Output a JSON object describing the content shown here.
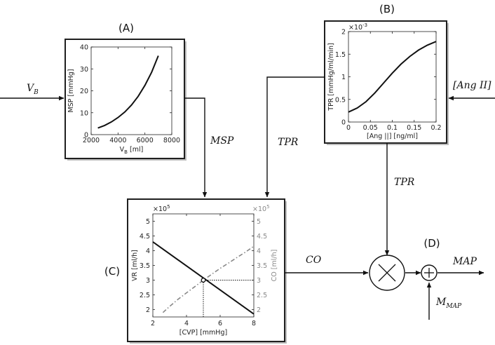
{
  "panels": {
    "A": {
      "letter": "(A)",
      "xlabel_main": "V",
      "xlabel_sub": "B",
      "xlabel_unit": " [ml]",
      "ylabel": "MSP [mmHg]",
      "xticks": [
        "2000",
        "4000",
        "6000",
        "8000"
      ],
      "yticks": [
        "0",
        "10",
        "20",
        "30",
        "40"
      ]
    },
    "B": {
      "letter": "(B)",
      "xlabel": "[Ang ||] [ng/ml]",
      "ylabel": "TPR [mmHg/ml/min]",
      "exponent_base": "×10",
      "exponent_power": "-3",
      "xticks": [
        "0",
        "0.05",
        "0.1",
        "0.15",
        "0.2"
      ],
      "yticks": [
        "0",
        "0.5",
        "1",
        "1.5",
        "2"
      ]
    },
    "C": {
      "letter": "(C)",
      "xlabel": "[CVP] [mmHg]",
      "ylabel_left": "VR [ml/h]",
      "ylabel_right": "CO [ml/h]",
      "exponent_base": "×10",
      "exponent_power": "5",
      "xticks": [
        "2",
        "4",
        "6",
        "8"
      ],
      "yticks_left": [
        "2",
        "2.5",
        "3",
        "3.5",
        "4",
        "4.5",
        "5"
      ],
      "yticks_right": [
        "2",
        "2.5",
        "3",
        "3.5",
        "4",
        "4.5",
        "5"
      ]
    },
    "D": {
      "letter": "(D)"
    }
  },
  "signals": {
    "vb": "V",
    "vb_sub": "B",
    "msp": "MSP",
    "tpr_left": "TPR",
    "tpr_right": "TPR",
    "ang_ii": "[Ang II]",
    "co": "CO",
    "map": "MAP",
    "mmap": "M",
    "mmap_sub": "MAP"
  },
  "chart_data": [
    {
      "type": "line",
      "panel": "A",
      "xlabel": "V_B [ml]",
      "ylabel": "MSP [mmHg]",
      "xlim": [
        2000,
        8000
      ],
      "ylim": [
        0,
        40
      ],
      "series": [
        {
          "x": [
            2500,
            3000,
            3500,
            4000,
            4500,
            5000,
            5500,
            6000,
            6500,
            7000
          ],
          "y": [
            3,
            4.2,
            5.8,
            7.8,
            10.3,
            13.5,
            17.5,
            22.5,
            28.5,
            36
          ]
        }
      ]
    },
    {
      "type": "line",
      "panel": "B",
      "xlabel": "[Ang ||] [ng/ml]",
      "ylabel": "TPR [mmHg/ml/min]",
      "xlim": [
        0,
        0.2
      ],
      "ylim": [
        0,
        0.002
      ],
      "series": [
        {
          "x": [
            0,
            0.02,
            0.04,
            0.06,
            0.08,
            0.1,
            0.12,
            0.14,
            0.16,
            0.18,
            0.2
          ],
          "y": [
            0.00022,
            0.00031,
            0.00045,
            0.00064,
            0.00086,
            0.00108,
            0.00128,
            0.00145,
            0.00159,
            0.0017,
            0.00178
          ]
        }
      ]
    },
    {
      "type": "line",
      "panel": "C",
      "xlabel": "[CVP] [mmHg]",
      "ylabel": "VR [ml/h]",
      "ylabel_right": "CO [ml/h]",
      "xlim": [
        2,
        8
      ],
      "ylim": [
        175000,
        525000
      ],
      "series": [
        {
          "name": "VR",
          "x": [
            2,
            8
          ],
          "y": [
            430000,
            185000
          ],
          "color": "#111111"
        },
        {
          "name": "CO",
          "x": [
            2.6,
            3,
            3.5,
            4,
            4.5,
            5,
            5.5,
            6,
            6.5,
            7,
            7.5,
            8
          ],
          "y": [
            190000,
            211000,
            235000,
            257000,
            278000,
            300000,
            320000,
            340000,
            358000,
            377000,
            395000,
            415000
          ],
          "color": "#888888",
          "dash": true
        }
      ],
      "equilibrium": {
        "x": 5,
        "y": 300000
      }
    }
  ],
  "colors": {
    "frame": "#1f1f1f",
    "wire": "#111111",
    "co_curve": "#888888"
  }
}
